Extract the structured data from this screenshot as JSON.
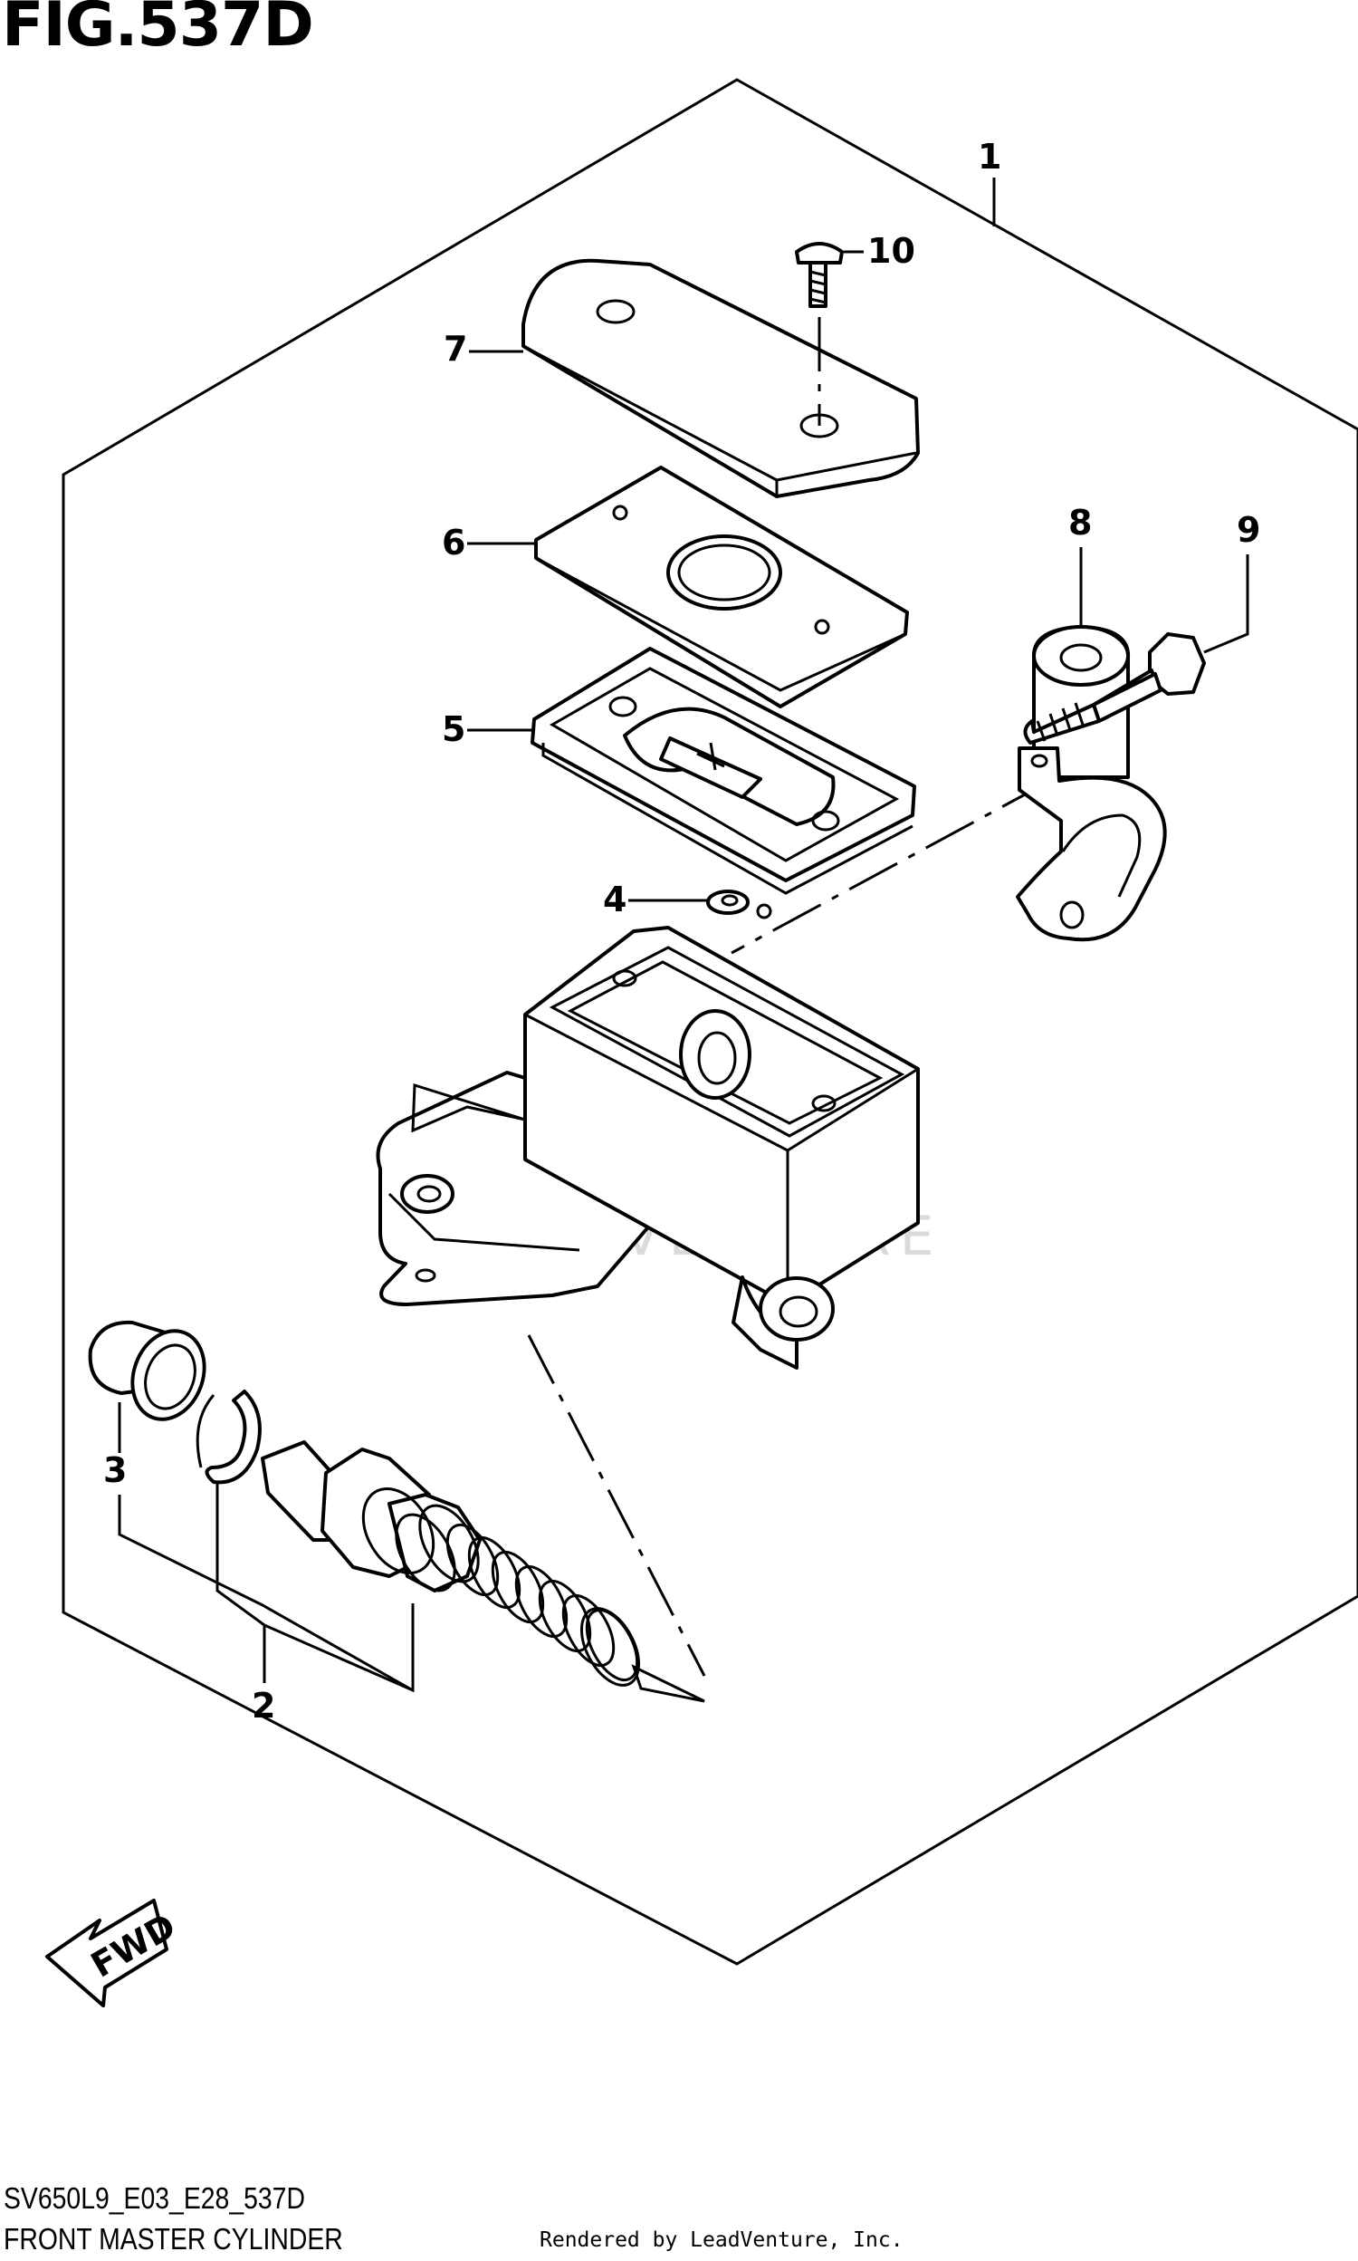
{
  "figure": {
    "title": "FIG.537D",
    "code": "SV650L9_E03_E28_537D",
    "name": "FRONT MASTER CYLINDER",
    "credit": "Rendered by LeadVenture, Inc.",
    "watermark": "LEADVENTURE",
    "direction_label": "FWD"
  },
  "callouts": [
    "1",
    "2",
    "3",
    "4",
    "5",
    "6",
    "7",
    "8",
    "9",
    "10"
  ]
}
